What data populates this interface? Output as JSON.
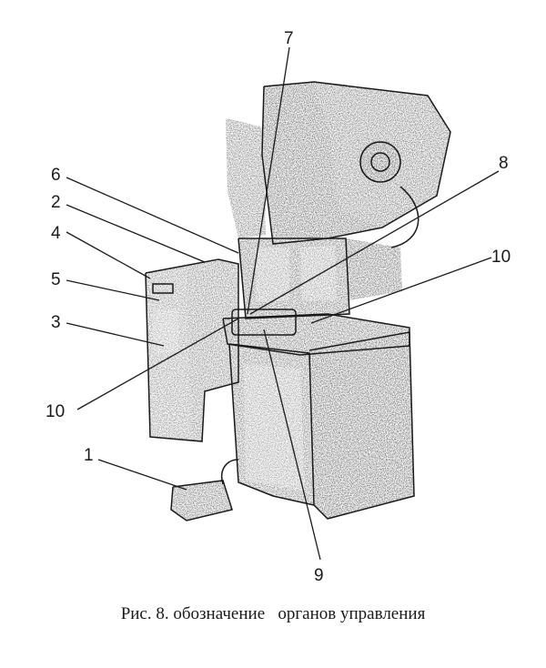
{
  "figure": {
    "caption": "Рис. 8. обозначение   органов управления",
    "callouts": [
      "7",
      "6",
      "8",
      "2",
      "4",
      "10",
      "5",
      "3",
      "10",
      "1",
      "9"
    ]
  },
  "colors": {
    "ink": "#1a1a1a",
    "body": "#4a4a4a",
    "dark": "#2a2a2a",
    "light": "#8a8a8a",
    "background": "#ffffff"
  }
}
